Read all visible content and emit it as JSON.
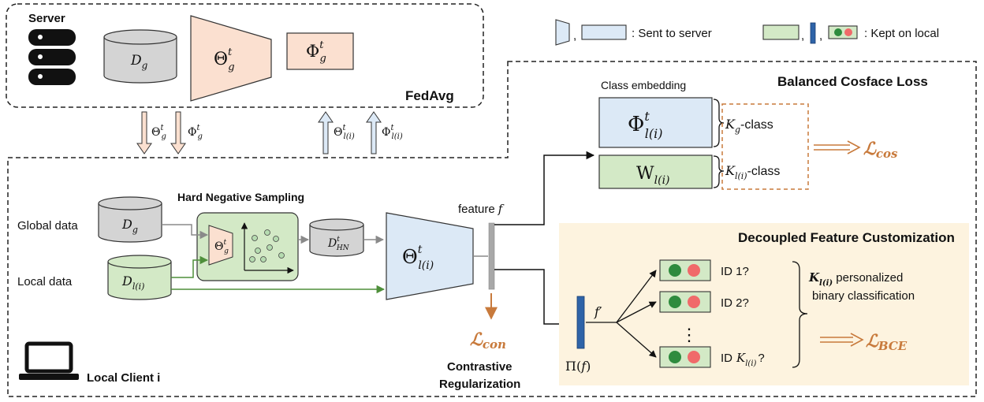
{
  "legend": {
    "sent_text": ": Sent to server",
    "kept_text": ": Kept on local",
    "sep1": ",",
    "sep2": ",",
    "sep3": ","
  },
  "server": {
    "label": "Server",
    "db": "D",
    "db_sub": "g",
    "theta": "Θ",
    "theta_sup": "t",
    "theta_sub": "g",
    "phi": "Φ",
    "phi_sup": "t",
    "phi_sub": "g",
    "algorithm": "FedAvg"
  },
  "transfer": {
    "down_theta": "Θ",
    "down_theta_sup": "t",
    "down_theta_sub": "g",
    "down_phi": "Φ",
    "down_phi_sup": "t",
    "down_phi_sub": "g",
    "up_theta": "Θ",
    "up_theta_sup": "t",
    "up_theta_sub": "l(i)",
    "up_phi": "Φ",
    "up_phi_sup": "t",
    "up_phi_sub": "l(i)"
  },
  "client": {
    "label": "Local Client i",
    "global_data": "Global data",
    "local_data": "Local data",
    "global_db": "D",
    "global_db_sub": "g",
    "local_db": "D",
    "local_db_sub": "l(i)",
    "hns_title": "Hard Negative Sampling",
    "hns_theta": "Θ",
    "hns_theta_sup": "t",
    "hns_theta_sub": "g",
    "hn_db": "D",
    "hn_db_sup": "t",
    "hn_db_sub": "HN",
    "encoder": "Θ",
    "encoder_sup": "t",
    "encoder_sub": "l(i)",
    "feature_label": "feature",
    "feature_sym": "f",
    "con_loss": "ℒ",
    "con_loss_sub": "con",
    "contrastive_1": "Contrastive",
    "contrastive_2": "Regularization"
  },
  "cosface": {
    "title": "Balanced Cosface Loss",
    "class_embedding": "Class embedding",
    "phi": "Φ",
    "phi_sup": "t",
    "phi_sub": "l(i)",
    "w": "W",
    "w_sub": "l(i)",
    "kg": "K",
    "kg_sub": "g",
    "kg_suffix": "-class",
    "kl": "K",
    "kl_sub": "l(i)",
    "kl_suffix": "-class",
    "loss": "ℒ",
    "loss_sub": "cos"
  },
  "dfc": {
    "title": "Decoupled Feature Customization",
    "pi": "Π(",
    "pi_f": "f",
    "pi_close": ")",
    "fprime": "f′",
    "id1": "ID 1?",
    "id2": "ID 2?",
    "dots": "⋮",
    "idk": "ID",
    "idk_K": "K",
    "idk_sub": "l(i)",
    "idk_q": "?",
    "kbold": "K",
    "kbold_sub": "l(i)",
    "desc1": " personalized",
    "desc2": "binary classification",
    "loss": "ℒ",
    "loss_sub": "BCE"
  },
  "colors": {
    "peach": "#fbe0d0",
    "blue": "#dce9f6",
    "green": "#d3e9c6",
    "gray_db": "#d4d4d4",
    "orange": "#c87a3c",
    "dark_blue": "#2e63a8",
    "yellow_bg": "#fdf3df",
    "dot_green": "#2e8b3e",
    "dot_red": "#f06a6a",
    "arrow_green": "#4e8f3a"
  }
}
